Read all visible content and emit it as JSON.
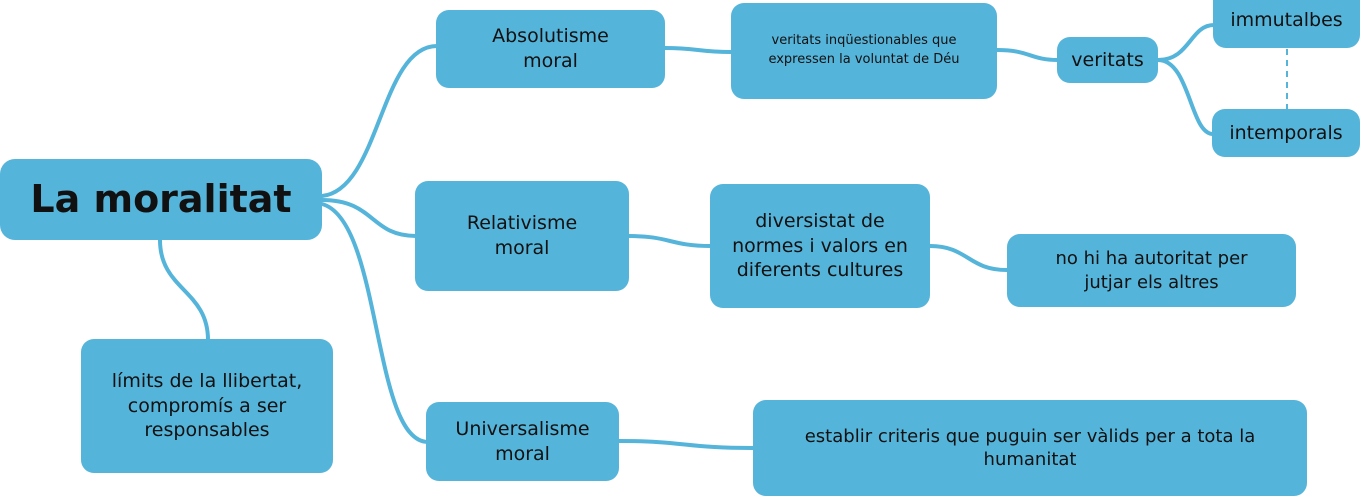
{
  "colors": {
    "node_fill": "#55b4da",
    "link": "#55b4da",
    "text": "#111111",
    "background": "#ffffff"
  },
  "nodes": {
    "root": "La moralitat",
    "limits": "límits de la llibertat, compromís a ser responsables",
    "absolutisme": "Absolutisme moral",
    "relativisme": "Relativisme moral",
    "universalisme": "Universalisme moral",
    "veritats_desc": "veritats inqüestionables que expressen la voluntat de Déu",
    "veritats": "veritats",
    "immutables": "immutalbes",
    "intemporals": "intemporals",
    "diversitat": "diversistat de normes i valors en diferents cultures",
    "autoritat": "no hi ha autoritat per jutjar els altres",
    "criteris": "establir criteris que puguin ser vàlids per a tota la humanitat"
  }
}
